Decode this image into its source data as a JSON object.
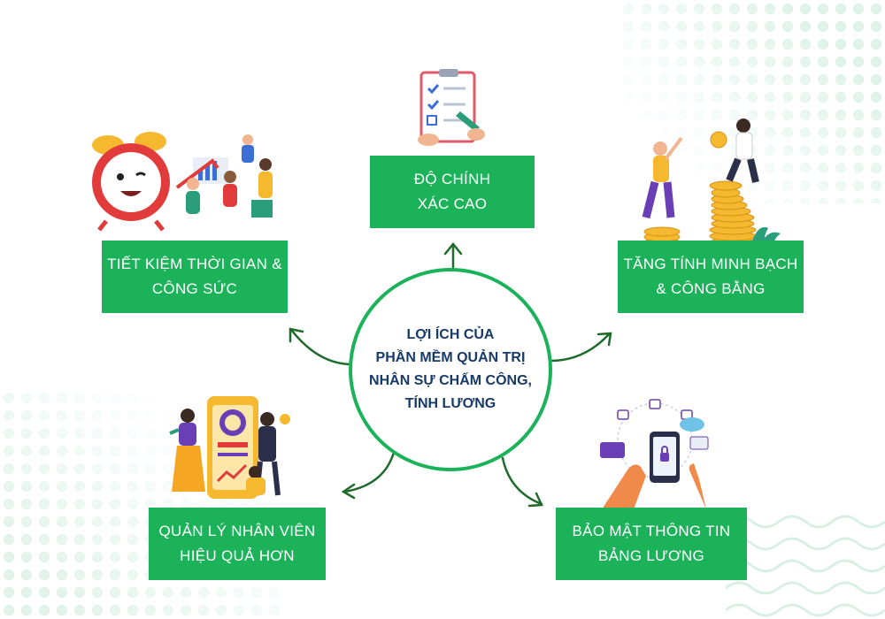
{
  "center": {
    "lines": [
      "LỢI ÍCH CỦA",
      "PHẦN MỀM QUẢN TRỊ",
      "NHÂN SỰ CHẤM CÔNG,",
      "TÍNH LƯƠNG"
    ]
  },
  "benefits": [
    {
      "lines": [
        "ĐỘ CHÍNH",
        "XÁC CAO"
      ]
    },
    {
      "lines": [
        "TIẾT KIỆM THỜI GIAN &",
        "CÔNG SỨC"
      ]
    },
    {
      "lines": [
        "TĂNG TÍNH MINH BẠCH",
        "& CÔNG BẰNG"
      ]
    },
    {
      "lines": [
        "QUẢN LÝ NHÂN VIÊN",
        "HIỆU QUẢ HƠN"
      ]
    },
    {
      "lines": [
        "BẢO MẬT THÔNG TIN",
        "BẢNG LƯƠNG"
      ]
    }
  ],
  "colors": {
    "accent": "#1bb25a",
    "title_text": "#173a6a",
    "arrow": "#1f6b2c"
  }
}
